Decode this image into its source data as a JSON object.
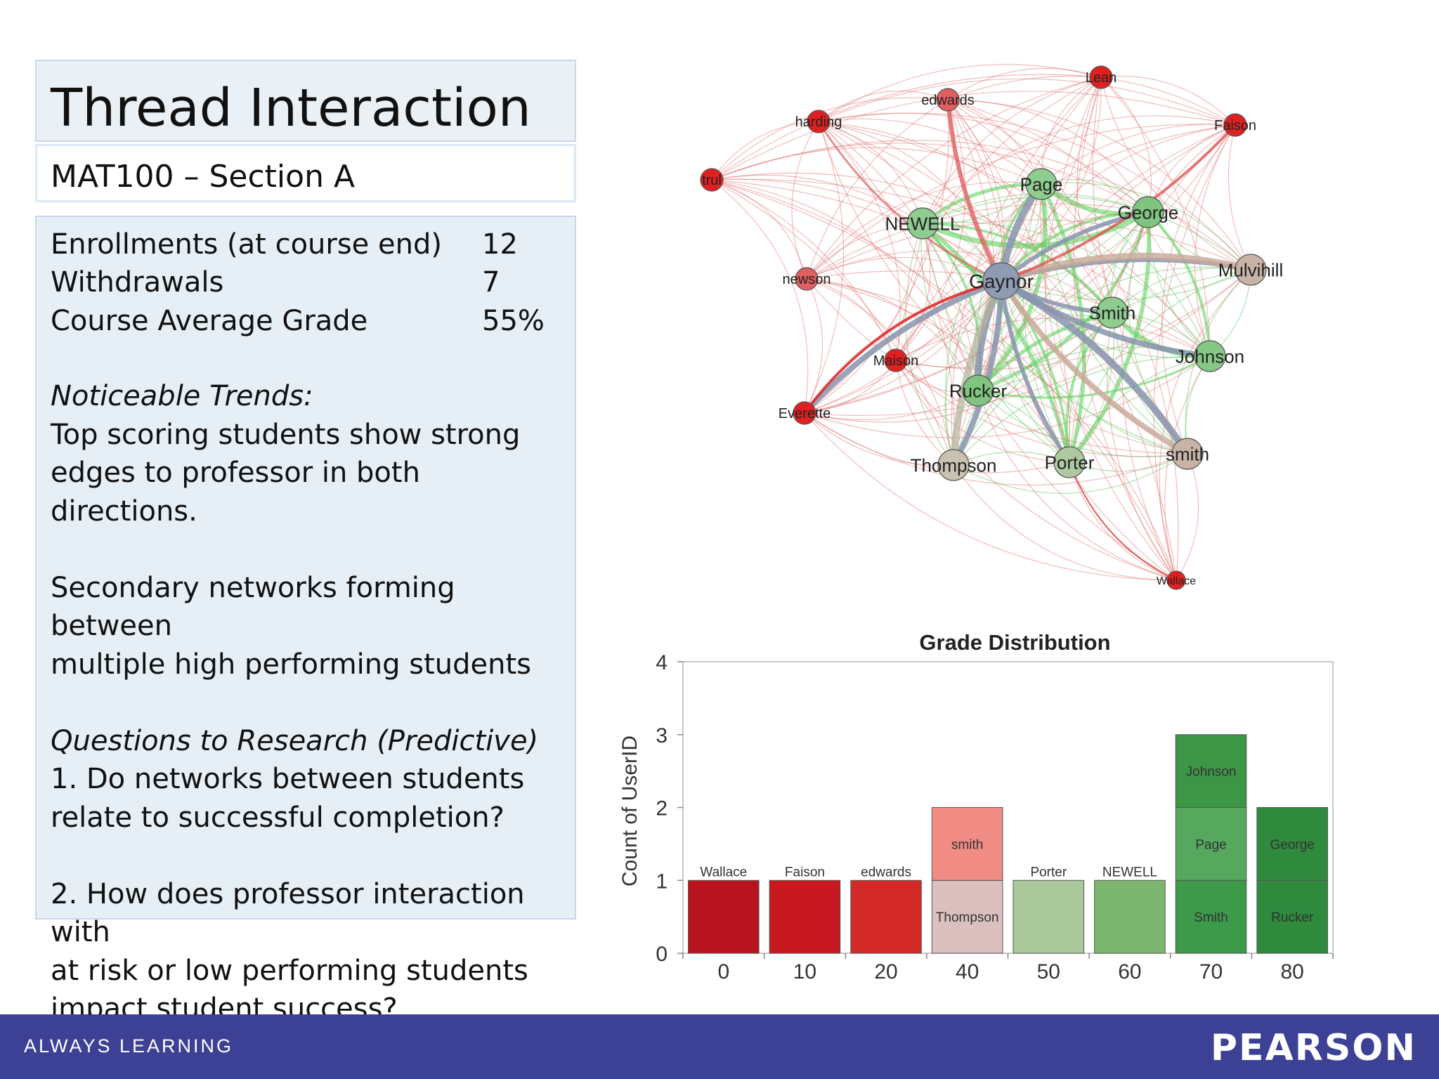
{
  "title": "Thread Interaction",
  "subtitle": "MAT100 – Section A",
  "stats": [
    {
      "label": "Enrollments (at course end)",
      "value": "12"
    },
    {
      "label": "Withdrawals",
      "value": "7"
    },
    {
      "label": "Course Average Grade",
      "value": "55%"
    }
  ],
  "trends": {
    "heading": "Noticeable Trends:",
    "p1_line1": "Top scoring students show strong",
    "p1_line2": "edges to professor in both directions.",
    "p2_line1": "Secondary networks forming between",
    "p2_line2": "multiple high performing students"
  },
  "questions": {
    "heading": "Questions to Research (Predictive)",
    "q1_line1": "1. Do networks between students",
    "q1_line2": "relate to successful completion?",
    "q2_line1": "2. How does professor interaction with",
    "q2_line2": "at risk or low performing students",
    "q2_line3": "impact student success?"
  },
  "network": {
    "nodes": [
      {
        "id": "Gaynor",
        "label": "Gaynor",
        "color": "#8e9bb3",
        "size": "large"
      },
      {
        "id": "NEWELL",
        "label": "NEWELL",
        "color": "#8fcc8f",
        "size": "medium"
      },
      {
        "id": "Page",
        "label": "Page",
        "color": "#8fcc8f",
        "size": "medium"
      },
      {
        "id": "George",
        "label": "George",
        "color": "#7fc47f",
        "size": "medium"
      },
      {
        "id": "Smith",
        "label": "Smith",
        "color": "#8fcc8f",
        "size": "medium"
      },
      {
        "id": "Johnson",
        "label": "Johnson",
        "color": "#85c785",
        "size": "medium"
      },
      {
        "id": "Rucker",
        "label": "Rucker",
        "color": "#7fc47f",
        "size": "medium"
      },
      {
        "id": "Porter",
        "label": "Porter",
        "color": "#aec9a0",
        "size": "medium"
      },
      {
        "id": "Thompson",
        "label": "Thompson",
        "color": "#c9c2b0",
        "size": "medium"
      },
      {
        "id": "smith",
        "label": "smith",
        "color": "#c8b4a6",
        "size": "medium"
      },
      {
        "id": "Mulvihill",
        "label": "Mulvihill",
        "color": "#c8b4a6",
        "size": "medium"
      },
      {
        "id": "edwards",
        "label": "edwards",
        "color": "#e06060",
        "size": "small"
      },
      {
        "id": "harding",
        "label": "harding",
        "color": "#e02020",
        "size": "small"
      },
      {
        "id": "trul",
        "label": "trul",
        "color": "#e02020",
        "size": "small"
      },
      {
        "id": "newson",
        "label": "newson",
        "color": "#e06060",
        "size": "small"
      },
      {
        "id": "Maison",
        "label": "Maison",
        "color": "#e02020",
        "size": "small"
      },
      {
        "id": "Everette",
        "label": "Everette",
        "color": "#e02020",
        "size": "small"
      },
      {
        "id": "Lean",
        "label": "Lean",
        "color": "#e02020",
        "size": "small"
      },
      {
        "id": "Faison",
        "label": "Faison",
        "color": "#e02020",
        "size": "small"
      },
      {
        "id": "Wallace",
        "label": "Wallace",
        "color": "#e02020",
        "size": "tiny"
      }
    ]
  },
  "chart_data": {
    "type": "bar",
    "title": "Grade Distribution",
    "ylabel": "Count of UserID",
    "xlabel": "",
    "ylim": [
      0,
      4
    ],
    "yticks": [
      "0",
      "1",
      "2",
      "3",
      "4"
    ],
    "categories": [
      "0",
      "10",
      "20",
      "40",
      "50",
      "60",
      "70",
      "80"
    ],
    "stacks": [
      {
        "x": "0",
        "segments": [
          {
            "name": "Wallace",
            "value": 1,
            "color": "#b8141f"
          }
        ]
      },
      {
        "x": "10",
        "segments": [
          {
            "name": "Faison",
            "value": 1,
            "color": "#c7191f"
          }
        ]
      },
      {
        "x": "20",
        "segments": [
          {
            "name": "edwards",
            "value": 1,
            "color": "#d42a27"
          }
        ]
      },
      {
        "x": "40",
        "segments": [
          {
            "name": "Thompson",
            "value": 1,
            "color": "#dcc0bf"
          },
          {
            "name": "smith",
            "value": 1,
            "color": "#f08c84"
          }
        ]
      },
      {
        "x": "50",
        "segments": [
          {
            "name": "Porter",
            "value": 1,
            "color": "#aac99c"
          }
        ]
      },
      {
        "x": "60",
        "segments": [
          {
            "name": "NEWELL",
            "value": 1,
            "color": "#7db76f"
          }
        ]
      },
      {
        "x": "70",
        "segments": [
          {
            "name": "Smith",
            "value": 1,
            "color": "#3d9a4a"
          },
          {
            "name": "Page",
            "value": 1,
            "color": "#55a85d"
          },
          {
            "name": "Johnson",
            "value": 1,
            "color": "#3c9646"
          }
        ]
      },
      {
        "x": "80",
        "segments": [
          {
            "name": "Rucker",
            "value": 1,
            "color": "#2e8a3c"
          },
          {
            "name": "George",
            "value": 1,
            "color": "#2f8a3d"
          }
        ]
      }
    ]
  },
  "footer": {
    "left": "ALWAYS LEARNING",
    "right": "PEARSON"
  },
  "colors": {
    "footer": "#3c4196",
    "panel": "#e6eff6",
    "panel_border": "#c6d8ec"
  }
}
